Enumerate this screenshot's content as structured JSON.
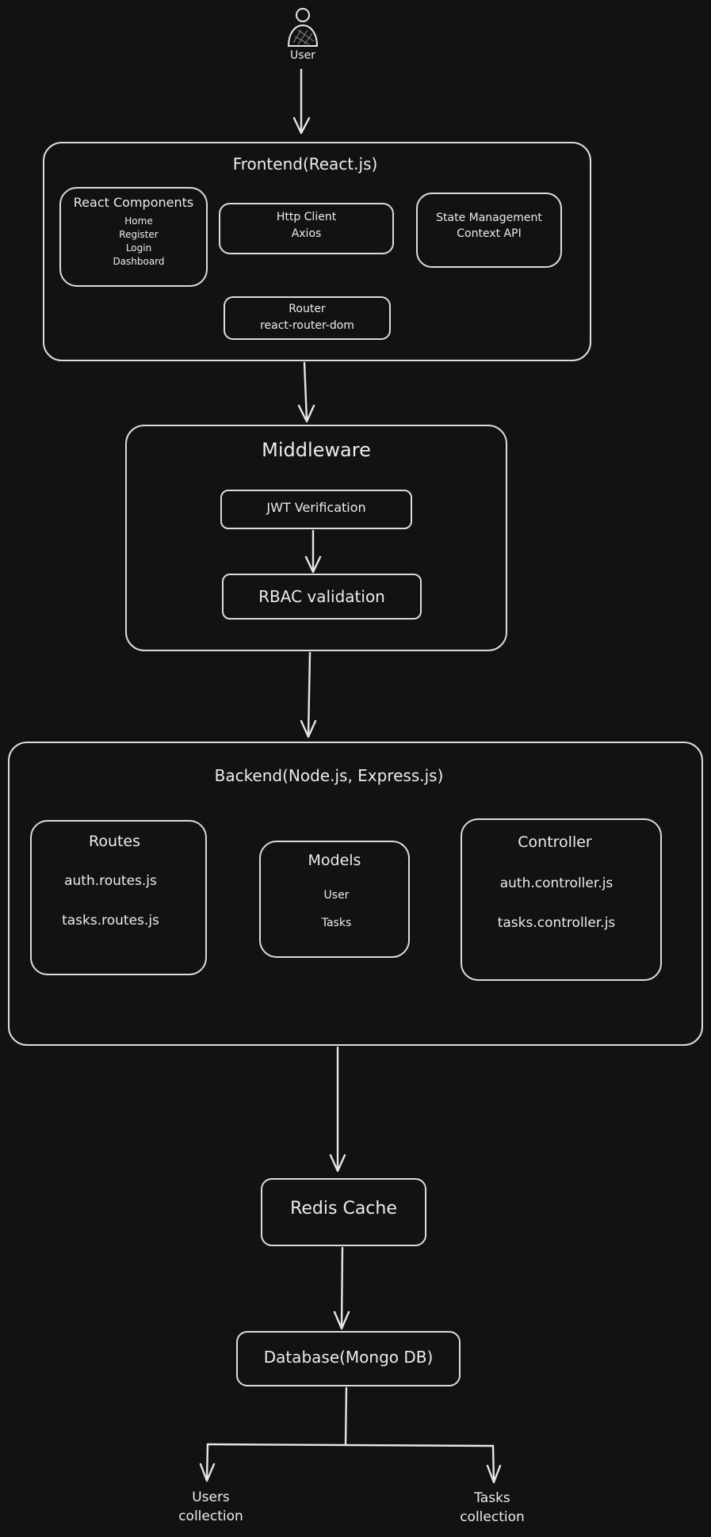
{
  "diagram": {
    "user": {
      "label": "User"
    },
    "frontend": {
      "title": "Frontend(React.js)",
      "components": {
        "title": "React Components",
        "items": [
          "Home",
          "Register",
          "Login",
          "Dashboard"
        ]
      },
      "http_client": {
        "line1": "Http Client",
        "line2": "Axios"
      },
      "state_management": {
        "line1": "State Management",
        "line2": "Context API"
      },
      "router": {
        "line1": "Router",
        "line2": "react-router-dom"
      }
    },
    "middleware": {
      "title": "Middleware",
      "jwt": "JWT Verification",
      "rbac": "RBAC validation"
    },
    "backend": {
      "title": "Backend(Node.js, Express.js)",
      "routes": {
        "title": "Routes",
        "items": [
          "auth.routes.js",
          "tasks.routes.js"
        ]
      },
      "models": {
        "title": "Models",
        "items": [
          "User",
          "Tasks"
        ]
      },
      "controller": {
        "title": "Controller",
        "items": [
          "auth.controller.js",
          "tasks.controller.js"
        ]
      }
    },
    "redis": {
      "label": "Redis Cache"
    },
    "database": {
      "label": "Database(Mongo DB)"
    },
    "collections": {
      "users": {
        "line1": "Users",
        "line2": "collection"
      },
      "tasks": {
        "line1": "Tasks",
        "line2": "collection"
      }
    }
  },
  "colors": {
    "background": "#121212",
    "stroke": "#dcdcdc",
    "text": "#ececec"
  }
}
